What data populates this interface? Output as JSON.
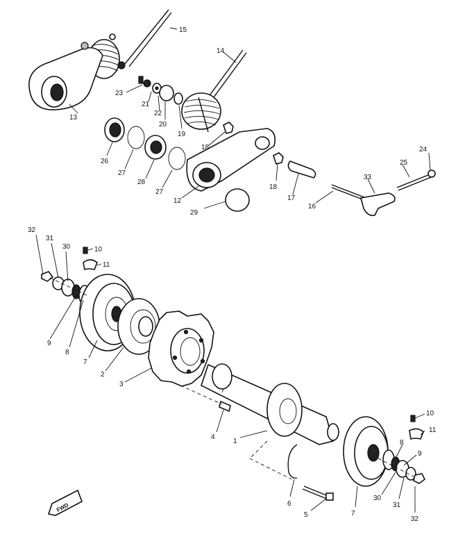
{
  "labels": {
    "l1": "1",
    "l2": "2",
    "l3": "3",
    "l4": "4",
    "l5": "5",
    "l6": "6",
    "l7a": "7",
    "l7b": "7",
    "l8a": "8",
    "l8b": "8",
    "l9a": "9",
    "l9b": "9",
    "l10a": "10",
    "l10b": "10",
    "l11a": "11",
    "l11b": "11",
    "l12": "12",
    "l13": "13",
    "l14": "14",
    "l15": "15",
    "l16": "16",
    "l17": "17",
    "l18a": "18",
    "l18b": "18",
    "l19": "19",
    "l20": "20",
    "l21": "21",
    "l22": "22",
    "l23": "23",
    "l24": "24",
    "l25": "25",
    "l26": "26",
    "l27a": "27",
    "l27b": "27",
    "l28": "28",
    "l29": "29",
    "l30a": "30",
    "l30b": "30",
    "l31a": "31",
    "l31b": "31",
    "l32a": "32",
    "l32b": "32",
    "l33": "33",
    "fwd": "FWD"
  }
}
